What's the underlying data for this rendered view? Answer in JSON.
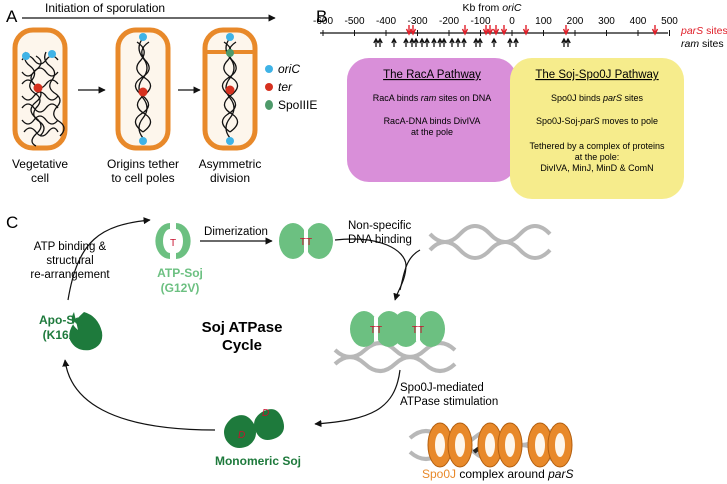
{
  "panel_a": {
    "label": "A",
    "header": "Initiation of sporulation",
    "legend": [
      {
        "label": "oriC",
        "color": "#3fb3e6"
      },
      {
        "label": "ter",
        "color": "#d6311f"
      },
      {
        "label": "SpoIIIE",
        "color": "#4e9a6a"
      }
    ],
    "cells": [
      {
        "caption_line1": "Vegetative",
        "caption_line2": "cell"
      },
      {
        "caption_line1": "Origins tether",
        "caption_line2": "to cell poles"
      },
      {
        "caption_line1": "Asymmetric",
        "caption_line2": "division"
      }
    ],
    "colors": {
      "cell_wall": "#e8892a",
      "cytoplasm": "#fdf6ec"
    }
  },
  "panel_b": {
    "label": "B",
    "axis_title_prefix": "Kb from ",
    "axis_title_italic": "oriC",
    "ticks": [
      "-600",
      "-500",
      "-400",
      "-300",
      "-200",
      "-100",
      "0",
      "100",
      "200",
      "300",
      "400",
      "500"
    ],
    "pars_label": "parS",
    "pars_suffix": " sites",
    "ram_label": "ram",
    "ram_suffix": " sites",
    "pars_color": "#e0202a",
    "raca": {
      "title": "The RacA Pathway",
      "line1_a": "RacA binds ",
      "line1_italic": "ram",
      "line1_b": " sites on DNA",
      "line2": "RacA-DNA binds DivIVA",
      "line3": "at the pole",
      "color": "#d98fd9"
    },
    "soj": {
      "title": "The Soj-Spo0J Pathway",
      "line1_a": "Spo0J binds ",
      "line1_italic": "parS",
      "line1_b": " sites",
      "line2_a": "Spo0J-Soj-",
      "line2_italic": "parS",
      "line2_b": " moves to pole",
      "line3": "Tethered by a complex of proteins",
      "line4": "at the pole:",
      "line5": "DivIVA, MinJ, MinD & ComN",
      "color": "#f6ec8c"
    }
  },
  "panel_c": {
    "label": "C",
    "cycle_title_line1": "Soj ATPase",
    "cycle_title_line2": "Cycle",
    "atp_binding_line1": "ATP binding &",
    "atp_binding_line2": "structural",
    "atp_binding_line3": "re-arrangement",
    "dimerization": "Dimerization",
    "nonspecific_line1": "Non-specific",
    "nonspecific_line2": "DNA binding",
    "atp_soj_line1": "ATP-Soj",
    "atp_soj_line2": "(G12V)",
    "apo_soj_line1": "Apo-Soj",
    "apo_soj_line2": "(K16A)",
    "monomeric": "Monomeric Soj",
    "stimulation_line1": "Spo0J-mediated",
    "stimulation_line2": "ATPase stimulation",
    "complex_prefix": "Spo0J",
    "complex_middle": " complex around ",
    "complex_italic": "parS",
    "t_letter": "T",
    "tt_letters": "TT",
    "d_letter": "D",
    "colors": {
      "light_green": "#6cc081",
      "dark_green": "#1e7a3c",
      "spo0j_orange": "#e8892a",
      "nucleotide_red": "#c8102e"
    }
  }
}
